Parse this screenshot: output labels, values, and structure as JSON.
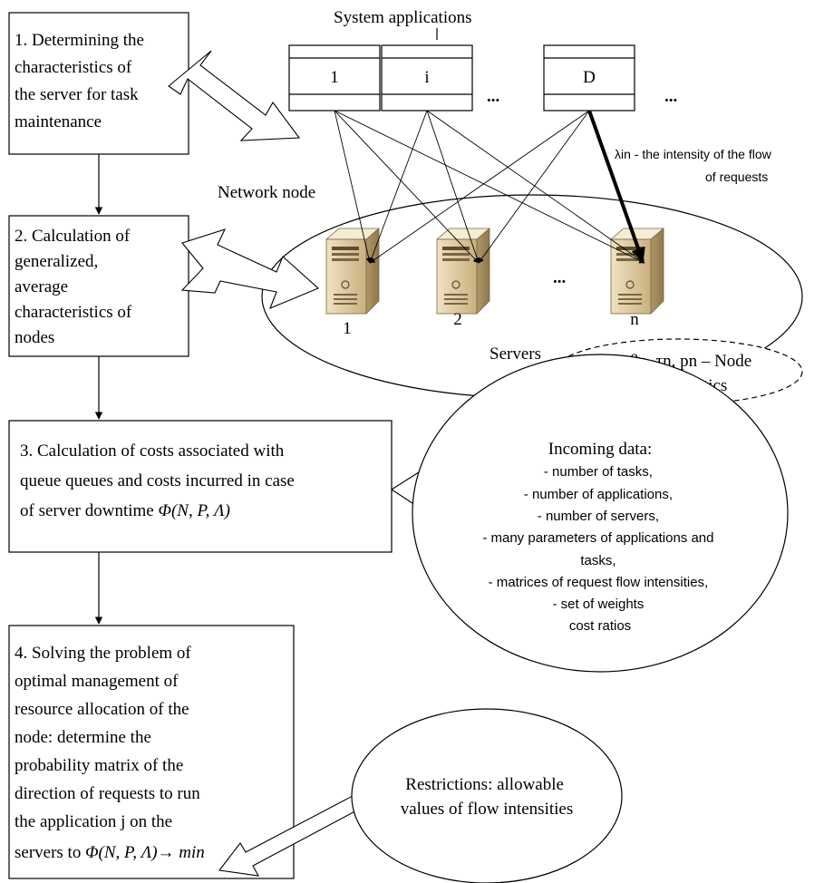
{
  "title": "System applications",
  "apps": [
    "1",
    "i",
    "D"
  ],
  "app_ellipsis": "...",
  "flow_label": [
    "λin - the intensity of the flow",
    "of requests"
  ],
  "network_node_label": "Network node",
  "servers": [
    "1",
    "2",
    "n"
  ],
  "server_ellipsis": "...",
  "servers_label": "Servers",
  "node_characteristics": [
    "Λn, βn, τn, pn – Node",
    "characteristics"
  ],
  "steps": [
    {
      "lines": [
        "1. Determining the",
        "characteristics of",
        "the server for task",
        "maintenance"
      ]
    },
    {
      "lines": [
        "2. Calculation of",
        "generalized,",
        "average",
        "characteristics of",
        "nodes"
      ]
    },
    {
      "lines": [
        "3. Calculation of costs associated with",
        "queue queues and costs incurred in case",
        "of server downtime "
      ],
      "formula": "Φ(N, P, Λ)"
    },
    {
      "lines": [
        "4. Solving the problem of",
        "optimal management of",
        "resource allocation of the",
        "node: determine the",
        "probability matrix of the",
        "direction of requests to run",
        "the application j on the",
        "servers to "
      ],
      "formula": "Φ(N, P, Λ)→ min"
    }
  ],
  "incoming_data": {
    "title": "Incoming data:",
    "items": [
      "- number of tasks,",
      "- number of applications,",
      "- number of servers,",
      "- many parameters of applications and",
      "tasks,",
      "- matrices of request flow intensities,",
      "- set of weights",
      "cost ratios"
    ]
  },
  "restrictions": [
    "Restrictions: allowable",
    "values of flow intensities"
  ],
  "colors": {
    "line": "#000000",
    "server_light": "#f3e8cf",
    "server_mid": "#d9c49a",
    "server_dark": "#a89064"
  }
}
